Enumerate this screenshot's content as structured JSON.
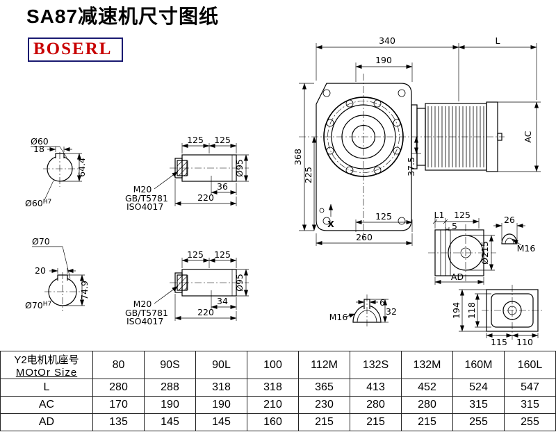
{
  "title": "SA87减速机尺寸图纸",
  "logo": "BOSERL",
  "main_view": {
    "dim_340": "340",
    "dim_L": "L",
    "dim_190": "190",
    "dim_368": "368",
    "dim_225": "225",
    "dim_37_5": "37.5",
    "dim_125": "125",
    "dim_260": "260",
    "dim_AC": "AC",
    "label_x": "X"
  },
  "shaft_60": {
    "dia": "Ø60",
    "key_width": "18",
    "key_height": "64.4",
    "bore": "Ø60",
    "bore_tol": "H7"
  },
  "shaft_70": {
    "dia": "Ø70",
    "key_width": "20",
    "key_height": "74.9",
    "bore": "Ø70",
    "bore_tol": "H7"
  },
  "hollow_shaft_top": {
    "dim_125_left": "125",
    "dim_125_right": "125",
    "thread": "M20",
    "std_gb": "GB/T5781",
    "std_iso": "ISO4017",
    "dim_36": "36",
    "dim_220": "220",
    "dia_95": "Ø95"
  },
  "hollow_shaft_bottom": {
    "dim_125_left": "125",
    "dim_125_right": "125",
    "thread": "M20",
    "std_gb": "GB/T5781",
    "std_iso": "ISO4017",
    "dim_34": "34",
    "dim_220": "220",
    "dia_95": "Ø95"
  },
  "side_view": {
    "dim_L1": "L1",
    "dim_125": "125",
    "dim_5": "5",
    "dim_26": "26",
    "thread": "M16",
    "dia_215": "Ø215",
    "dim_AD": "AD"
  },
  "shaft_end_detail": {
    "thread": "M16",
    "dim_6": "6",
    "dim_32": "32"
  },
  "output_flange_view": {
    "dim_194": "194",
    "dim_118": "118",
    "dim_115": "115",
    "dim_110": "110"
  },
  "table": {
    "header_label_line1": "Y2电机机座号",
    "header_label_line2": "MOtOr Size",
    "columns": [
      "80",
      "90S",
      "90L",
      "100",
      "112M",
      "132S",
      "132M",
      "160M",
      "160L"
    ],
    "rows": [
      {
        "label": "L",
        "values": [
          "280",
          "288",
          "318",
          "318",
          "365",
          "413",
          "452",
          "524",
          "547"
        ]
      },
      {
        "label": "AC",
        "values": [
          "170",
          "190",
          "190",
          "210",
          "230",
          "280",
          "280",
          "315",
          "315"
        ]
      },
      {
        "label": "AD",
        "values": [
          "135",
          "145",
          "145",
          "160",
          "215",
          "215",
          "215",
          "255",
          "255"
        ]
      }
    ]
  }
}
